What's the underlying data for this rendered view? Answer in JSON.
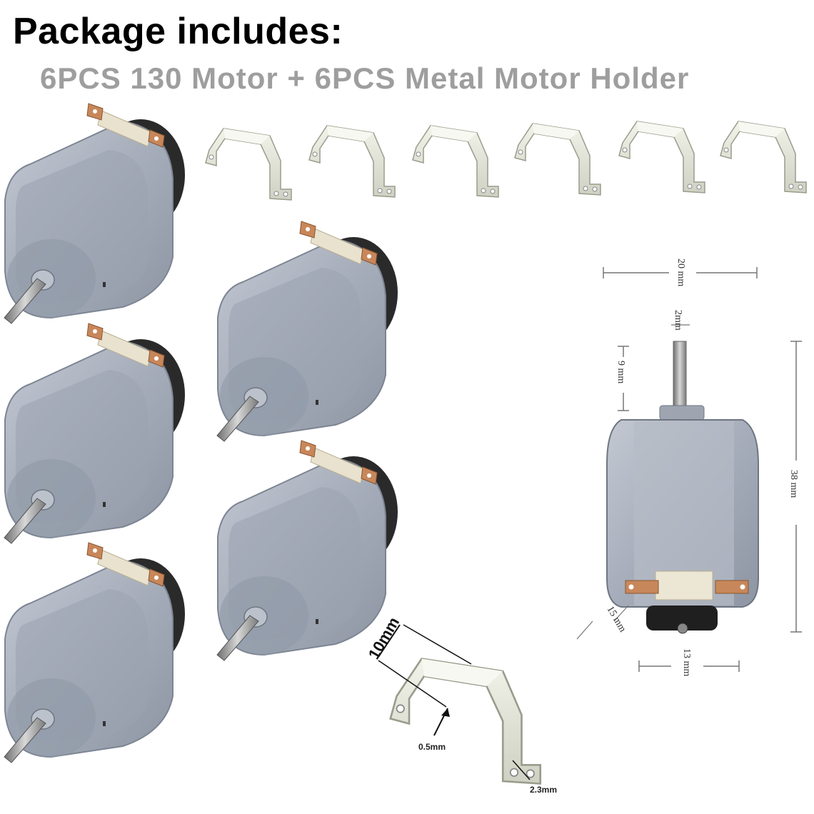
{
  "header": {
    "title": "Package includes:",
    "subtitle": "6PCS 130 Motor + 6PCS Metal Motor Holder"
  },
  "motor_dimensions": {
    "width": "20 mm",
    "shaft_diameter": "2mm",
    "shaft_length": "9 mm",
    "length": "38 mm",
    "depth": "15 mm",
    "height": "13 mm"
  },
  "holder_dimensions": {
    "height": "10mm",
    "thickness": "0.5mm",
    "hole": "2.3mm"
  },
  "colors": {
    "motor_body": "#a9b0bc",
    "motor_front": "#8c94a2",
    "metal_holder": "#e4e6d8",
    "copper_tab": "#c8875a",
    "subtitle_gray": "#9e9e9e"
  }
}
